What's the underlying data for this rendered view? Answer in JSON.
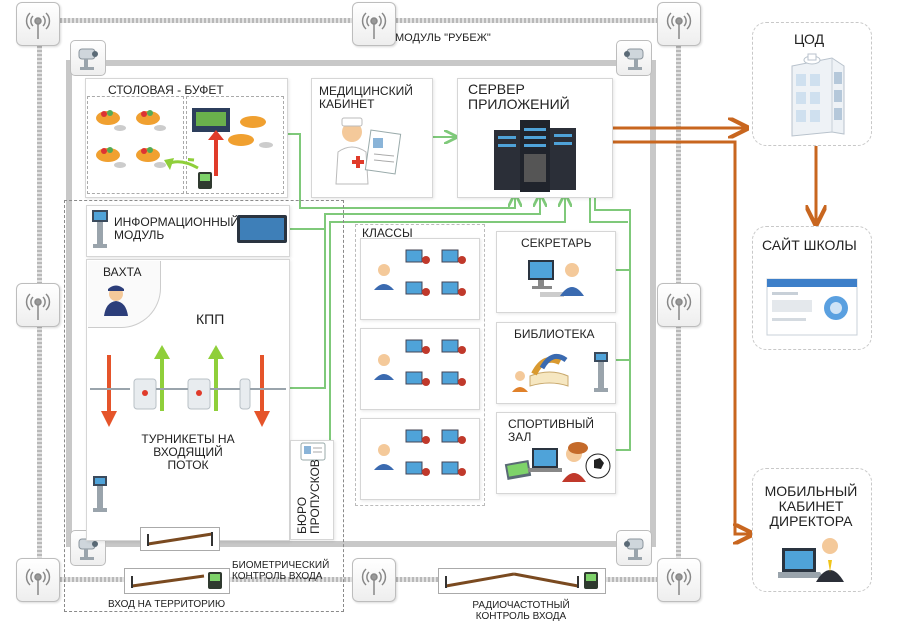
{
  "title": "МОДУЛЬ \"РУБЕЖ\"",
  "zones": {
    "canteen": "СТОЛОВАЯ - БУФЕТ",
    "medical": "МЕДИЦИНСКИЙ КАБИНЕТ",
    "server": "СЕРВЕР ПРИЛОЖЕНИЙ",
    "info_module": "ИНФОРМАЦИОННЫЙ МОДУЛЬ",
    "watch": "ВАХТА",
    "checkpoint": "КПП",
    "turnstiles": "ТУРНИКЕТЫ НА ВХОДЯЩИЙ ПОТОК",
    "pass_bureau": "БЮРО ПРОПУСКОВ",
    "classes": "КЛАССЫ",
    "secretary": "СЕКРЕТАРЬ",
    "library": "БИБЛИОТЕКА",
    "gym": "СПОРТИВНЫЙ ЗАЛ",
    "biometric": "БИОМЕТРИЧЕСКИЙ КОНТРОЛЬ ВХОДА",
    "entrance": "ВХОД НА ТЕРРИТОРИЮ",
    "rfid": "РАДИОЧАСТОТНЫЙ КОНТРОЛЬ ВХОДА"
  },
  "external": {
    "datacenter": "ЦОД",
    "school_site": "САЙТ ШКОЛЫ",
    "director": "МОБИЛЬНЫЙ КАБИНЕТ ДИРЕКТОРА"
  },
  "colors": {
    "accent_orange": "#c8661f",
    "line_green": "#7fc97a",
    "arrow_red": "#e5542a",
    "arrow_green": "#8fcf3a"
  },
  "icons": [
    "radio-antenna-icon",
    "camera-icon",
    "server-rack-icon",
    "nurse-icon",
    "guard-icon",
    "turnstile-icon",
    "terminal-kiosk-icon",
    "computer-user-icon",
    "datacenter-building-icon",
    "laptop-user-icon",
    "rfid-reader-icon"
  ]
}
